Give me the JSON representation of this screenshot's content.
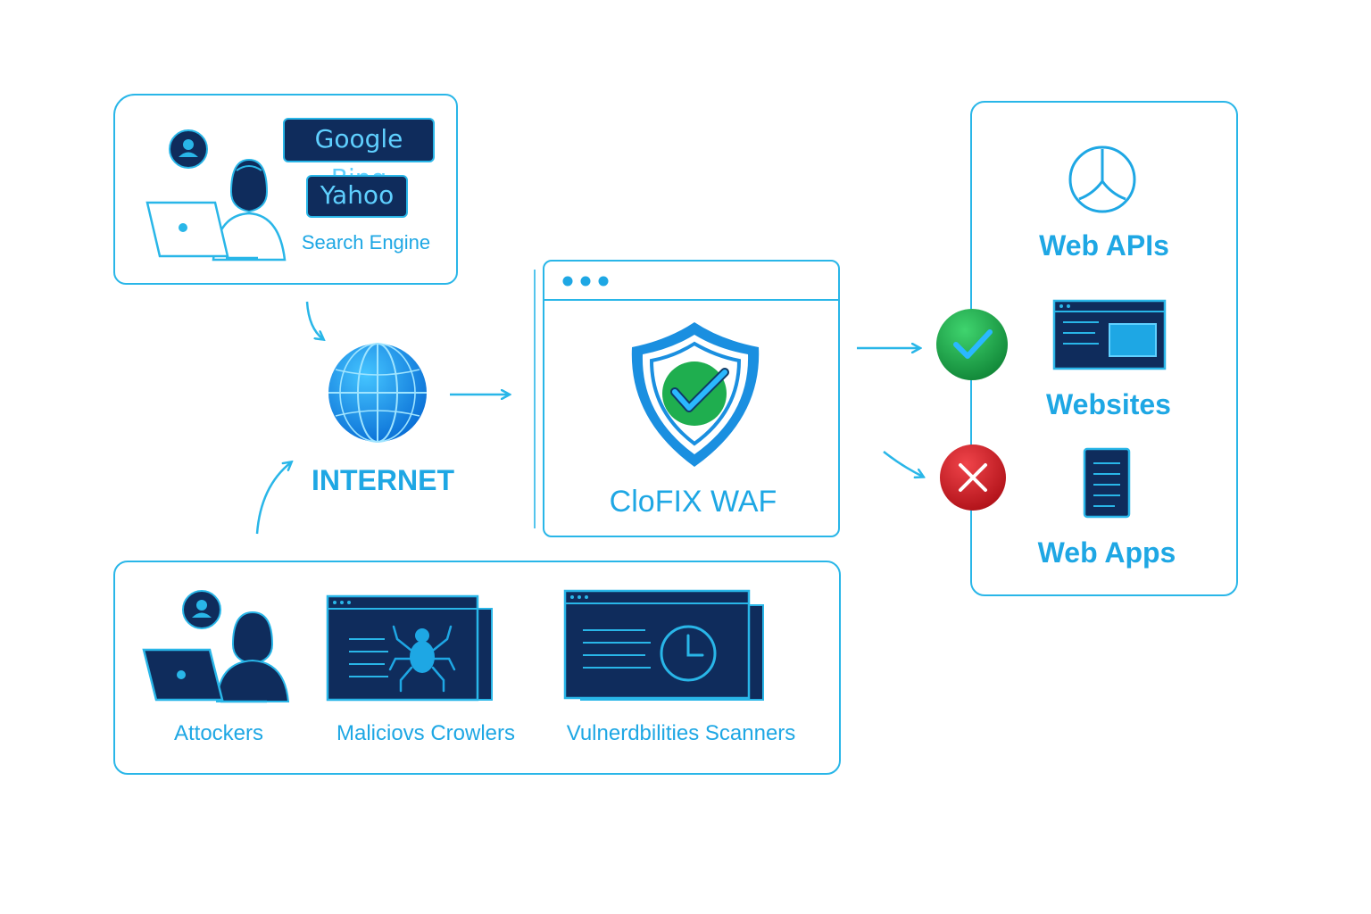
{
  "top_panel": {
    "engines": [
      "Google Bing",
      "Yahoo"
    ],
    "label": "Search Engine",
    "icons": [
      "user-badge-icon",
      "person-laptop-icon"
    ]
  },
  "internet": {
    "label": "INTERNET",
    "icon": "globe-icon"
  },
  "waf": {
    "label": "CloFIX WAF",
    "icon": "shield-check-icon"
  },
  "flow": {
    "allowed_icon": "check-circle-icon",
    "blocked_icon": "x-circle-icon"
  },
  "targets": {
    "items": [
      {
        "label": "Web APIs",
        "icon": "api-icon"
      },
      {
        "label": "Websites",
        "icon": "browser-window-icon"
      },
      {
        "label": "Web Apps",
        "icon": "mobile-app-icon"
      }
    ]
  },
  "threats": {
    "items": [
      {
        "label": "Attockers",
        "icon": "hooded-hacker-icon"
      },
      {
        "label": "Maliciovs Crowlers",
        "icon": "spider-crawler-icon"
      },
      {
        "label": "Vulnerdbilities Scanners",
        "icon": "scanner-clock-icon"
      }
    ]
  },
  "colors": {
    "accent": "#1ea7e4",
    "navy": "#0f2c5c",
    "allow": "#1fae4f",
    "block": "#d8232a"
  }
}
